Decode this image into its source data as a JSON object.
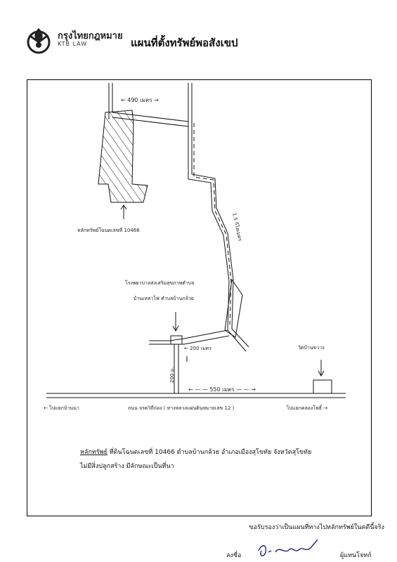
{
  "header": {
    "brand_th": "กรุงไทยกฎหมาย",
    "brand_en": "KTB LAW",
    "title": "แผนที่ตั้งทรัพย์พอสังเขป"
  },
  "map": {
    "dist_top": "← 490 เมตร →",
    "dist_diag": "1.5 กิโลเมตร",
    "property_label": "หลักทรัพย์โฉนดเลขที่ 10466",
    "hospital_label": "โรงพยาบาลส่งเสริมสุขภาพตำบล",
    "hospital_sub": "บ้านเหล่าไฟ ตำบลบ้านกล้วย",
    "dist_200h": "← 200 เมตร",
    "dist_200v": "200 ม.",
    "temple_label": "วัดบ้านขวาง",
    "dist_550": "← — — 550 เมตร — — →",
    "road_left": "← ไปแยกบ้านนา",
    "road_name": "ถนน จรดวิถีถ่อง ( ทางหลวงแผ่นดินหมายเลข 12 )",
    "road_right": "ไปแยกคลองโพธิ์ →"
  },
  "caption": {
    "key": "หลักทรัพย์",
    "line1": " ที่ดินโฉนดเลขที่ 10466 ตำบลบ้านกล้วย อำเภอเมืองสุโขทัย จังหวัดสุโขทัย",
    "line2": "ไม่มีสิ่งปลูกสร้าง มีลักษณะเป็นที่นา"
  },
  "footer": {
    "certify": "ขอรับรองว่าเป็นแผนที่ทางไปหลักทรัพย์ในคดีนี้จริง",
    "sign_label": "ลงชื่อ",
    "rep_label": "ผู้แทนโจทก์"
  }
}
